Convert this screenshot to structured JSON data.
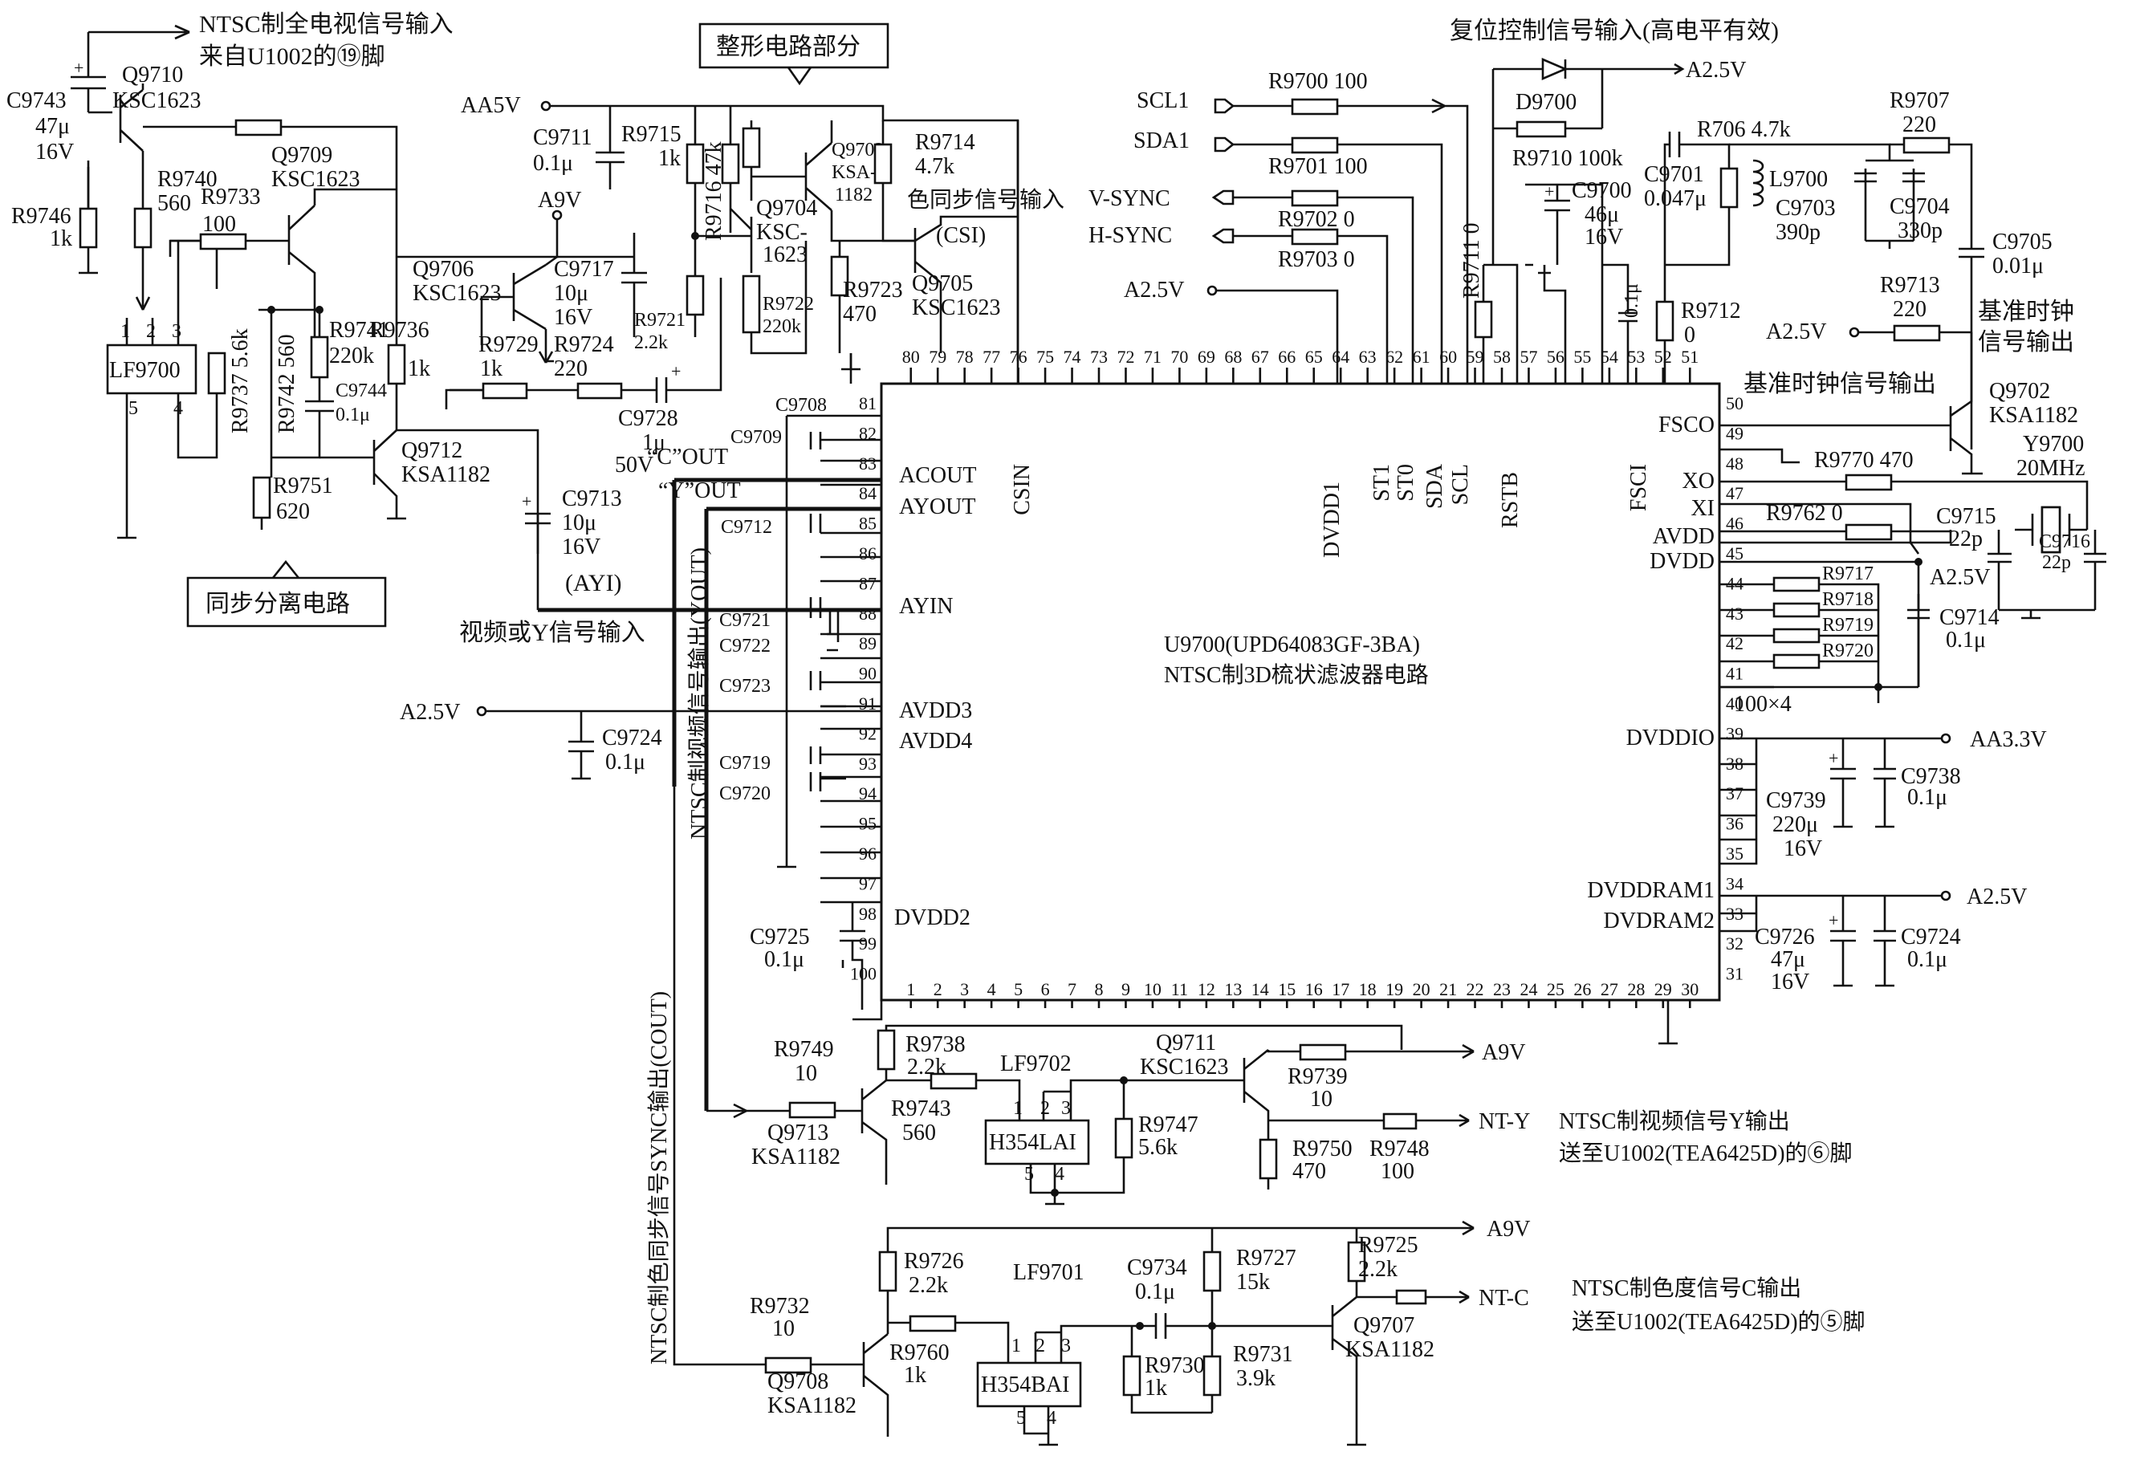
{
  "chip": {
    "name": "U9700(UPD64083GF-3BA)",
    "desc": "NTSC制3D梳状滤波器电路",
    "top_pins": [
      "80",
      "79",
      "78",
      "77",
      "76",
      "75",
      "74",
      "73",
      "72",
      "71",
      "70",
      "69",
      "68",
      "67",
      "66",
      "65",
      "64",
      "63",
      "62",
      "61",
      "60",
      "59",
      "58",
      "57",
      "56",
      "55",
      "54",
      "53",
      "52",
      "51"
    ],
    "left_pins": [
      "81",
      "82",
      "83",
      "84",
      "85",
      "86",
      "87",
      "88",
      "89",
      "90",
      "91",
      "92",
      "93",
      "94",
      "95",
      "96",
      "97",
      "98",
      "99",
      "100"
    ],
    "bottom_pins": [
      "1",
      "2",
      "3",
      "4",
      "5",
      "6",
      "7",
      "8",
      "9",
      "10",
      "11",
      "12",
      "13",
      "14",
      "15",
      "16",
      "17",
      "18",
      "19",
      "20",
      "21",
      "22",
      "23",
      "24",
      "25",
      "26",
      "27",
      "28",
      "29",
      "30"
    ],
    "right_pins": [
      "50",
      "49",
      "48",
      "47",
      "46",
      "45",
      "44",
      "43",
      "42",
      "41",
      "40",
      "39",
      "38",
      "37",
      "36",
      "35",
      "34",
      "33",
      "32",
      "31"
    ],
    "top_labels": {
      "csin": "CSIN",
      "dvdd1": "DVDD1",
      "st1": "ST1",
      "st0": "ST0",
      "sda": "SDA",
      "scl": "SCL",
      "rstb": "RSTB",
      "fsci": "FSCI"
    },
    "left_labels": {
      "acout": "ACOUT",
      "ayout": "AYOUT",
      "ayin": "AYIN",
      "avdd3": "AVDD3",
      "avdd4": "AVDD4",
      "dvdd2": "DVDD2"
    },
    "right_labels": {
      "fsco": "FSCO",
      "xo": "XO",
      "xi": "XI",
      "avdd": "AVDD",
      "dvdd": "DVDD",
      "dvddio": "DVDDIO",
      "dvddram1": "DVDDRAM1",
      "dvdram2": "DVDRAM2"
    }
  },
  "annotations": {
    "ntsc_input_1": "NTSC制全电视信号输入",
    "ntsc_input_2": "来自U1002的⑲脚",
    "shaping": "整形电路部分",
    "reset": "复位控制信号输入(高电平有效)",
    "sync_sep": "同步分离电路",
    "video_y_in": "视频或Y信号输入",
    "ayi": "(AYI)",
    "csi": "(CSI)",
    "color_sync_in": "色同步信号输入",
    "c_out": "“C”OUT",
    "y_out": "“Y”OUT",
    "ref_clk_out_1": "基准时钟",
    "ref_clk_out_2": "信号输出",
    "ref_clk_out_3": "基准时钟信号输出",
    "vert_yout": "NTSC制视频信号输出(YOUT)",
    "vert_cout": "NTSC制色同步信号SYNC输出(COUT)",
    "nty_1": "NTSC制视频信号Y输出",
    "nty_2": "送至U1002(TEA6425D)的⑥脚",
    "ntc_1": "NTSC制色度信号C输出",
    "ntc_2": "送至U1002(TEA6425D)的⑤脚",
    "res_pack": "100×4"
  },
  "nets": {
    "aa5v": "AA5V",
    "a9v_1": "A9V",
    "a9v_2": "A9V",
    "a9v_3": "A9V",
    "a25v_1": "A2.5V",
    "a25v_2": "A2.5V",
    "a25v_3": "A2.5V",
    "a25v_4": "A2.5V",
    "a25v_5": "A2.5V",
    "aa33v": "AA3.3V",
    "scl1": "SCL1",
    "sda1": "SDA1",
    "vsync": "V-SYNC",
    "hsync": "H-SYNC",
    "nty": "NT-Y",
    "ntc": "NT-C"
  },
  "components": {
    "c9743": [
      "C9743",
      "47μ",
      "16V"
    ],
    "q9710": [
      "Q9710",
      "KSC1623"
    ],
    "q9709": [
      "Q9709",
      "KSC1623"
    ],
    "r9740": [
      "R9740",
      "560"
    ],
    "r9746": [
      "R9746",
      "1k"
    ],
    "r9733": [
      "R9733",
      "100"
    ],
    "lf9700": [
      "LF9700"
    ],
    "r9737": [
      "R9737 5.6k"
    ],
    "r9742": [
      "R9742 560"
    ],
    "r9741": [
      "R9741",
      "220k"
    ],
    "c9744": [
      "C9744",
      "0.1μ"
    ],
    "r9751": [
      "R9751",
      "620"
    ],
    "q9712": [
      "Q9712",
      "KSA1182"
    ],
    "r9736": [
      "R9736",
      "1k"
    ],
    "q9706": [
      "Q9706",
      "KSC1623"
    ],
    "c9711": [
      "C9711",
      "0.1μ"
    ],
    "r9715": [
      "R9715",
      "1k"
    ],
    "r9716": [
      "R9716 47k"
    ],
    "c9717": [
      "C9717",
      "10μ",
      "16V"
    ],
    "r9729": [
      "R9729",
      "1k"
    ],
    "r9724": [
      "R9724",
      "220"
    ],
    "c9728": [
      "C9728",
      "1μ",
      "50V"
    ],
    "c9713": [
      "C9713",
      "10μ",
      "16V"
    ],
    "r9721": [
      "R9721",
      "2.2k"
    ],
    "q9704": [
      "Q9704",
      "KSC-",
      "1623"
    ],
    "r9722": [
      "R9722",
      "220k"
    ],
    "q9703": [
      "Q9703",
      "KSA-",
      "1182"
    ],
    "r9714": [
      "R9714",
      "4.7k"
    ],
    "r9723": [
      "R9723",
      "470"
    ],
    "q9705": [
      "Q9705",
      "KSC1623"
    ],
    "r9700": [
      "R9700 100"
    ],
    "r9701": [
      "R9701 100"
    ],
    "r9702": [
      "R9702 0"
    ],
    "r9703": [
      "R9703 0"
    ],
    "d9700": [
      "D9700"
    ],
    "r9710": [
      "R9710 100k"
    ],
    "c9700": [
      "C9700",
      "46μ",
      "16V"
    ],
    "r9711": [
      "R9711 0"
    ],
    "c_01": [
      "0.1μ"
    ],
    "r9712": [
      "R9712",
      "0"
    ],
    "c9701": [
      "C9701",
      "0.047μ"
    ],
    "r706": [
      "R706 4.7k"
    ],
    "l9700": [
      "L9700"
    ],
    "c9703": [
      "C9703",
      "390p"
    ],
    "c9704": [
      "C9704",
      "330p"
    ],
    "r9707": [
      "R9707",
      "220"
    ],
    "c9705": [
      "C9705",
      "0.01μ"
    ],
    "r9713": [
      "R9713",
      "220"
    ],
    "q9702": [
      "Q9702",
      "KSA1182"
    ],
    "r9770": [
      "R9770 470"
    ],
    "y9700": [
      "Y9700",
      "20MHz"
    ],
    "r9762": [
      "R9762 0"
    ],
    "c9715": [
      "C9715",
      "22p"
    ],
    "c9716": [
      "C9716",
      "22p"
    ],
    "r9717": [
      "R9717"
    ],
    "r9718": [
      "R9718"
    ],
    "r9719": [
      "R9719"
    ],
    "r9720": [
      "R9720"
    ],
    "c9714": [
      "C9714",
      "0.1μ"
    ],
    "c9739": [
      "C9739",
      "220μ",
      "16V"
    ],
    "c9738": [
      "C9738",
      "0.1μ"
    ],
    "c9726": [
      "C9726",
      "47μ",
      "16V"
    ],
    "c9724r": [
      "C9724",
      "0.1μ"
    ],
    "c9708": [
      "C9708"
    ],
    "c9709": [
      "C9709"
    ],
    "c9712": [
      "C9712"
    ],
    "c9721": [
      "C9721"
    ],
    "c9722": [
      "C9722"
    ],
    "c9723": [
      "C9723"
    ],
    "c9719": [
      "C9719"
    ],
    "c9720": [
      "C9720"
    ],
    "c9724l": [
      "C9724",
      "0.1μ"
    ],
    "c9725": [
      "C9725",
      "0.1μ"
    ],
    "r9749": [
      "R9749",
      "10"
    ],
    "r9738": [
      "R9738",
      "2.2k"
    ],
    "q9713": [
      "Q9713",
      "KSA1182"
    ],
    "r9743": [
      "R9743",
      "560"
    ],
    "lf9702": [
      "LF9702",
      "H354LAI"
    ],
    "r9747": [
      "R9747",
      "5.6k"
    ],
    "q9711": [
      "Q9711",
      "KSC1623"
    ],
    "r9739": [
      "R9739",
      "10"
    ],
    "r9750": [
      "R9750",
      "470"
    ],
    "r9748": [
      "R9748",
      "100"
    ],
    "r9732": [
      "R9732",
      "10"
    ],
    "r9726": [
      "R9726",
      "2.2k"
    ],
    "q9708": [
      "Q9708",
      "KSA1182"
    ],
    "r9760": [
      "R9760",
      "1k"
    ],
    "lf9701": [
      "LF9701",
      "H354BAI"
    ],
    "c9734": [
      "C9734",
      "0.1μ"
    ],
    "r9730": [
      "R9730",
      "1k"
    ],
    "r9727": [
      "R9727",
      "15k"
    ],
    "r9731": [
      "R9731",
      "3.9k"
    ],
    "r9725": [
      "R9725",
      "2.2k"
    ],
    "q9707": [
      "Q9707",
      "KSA1182"
    ]
  }
}
